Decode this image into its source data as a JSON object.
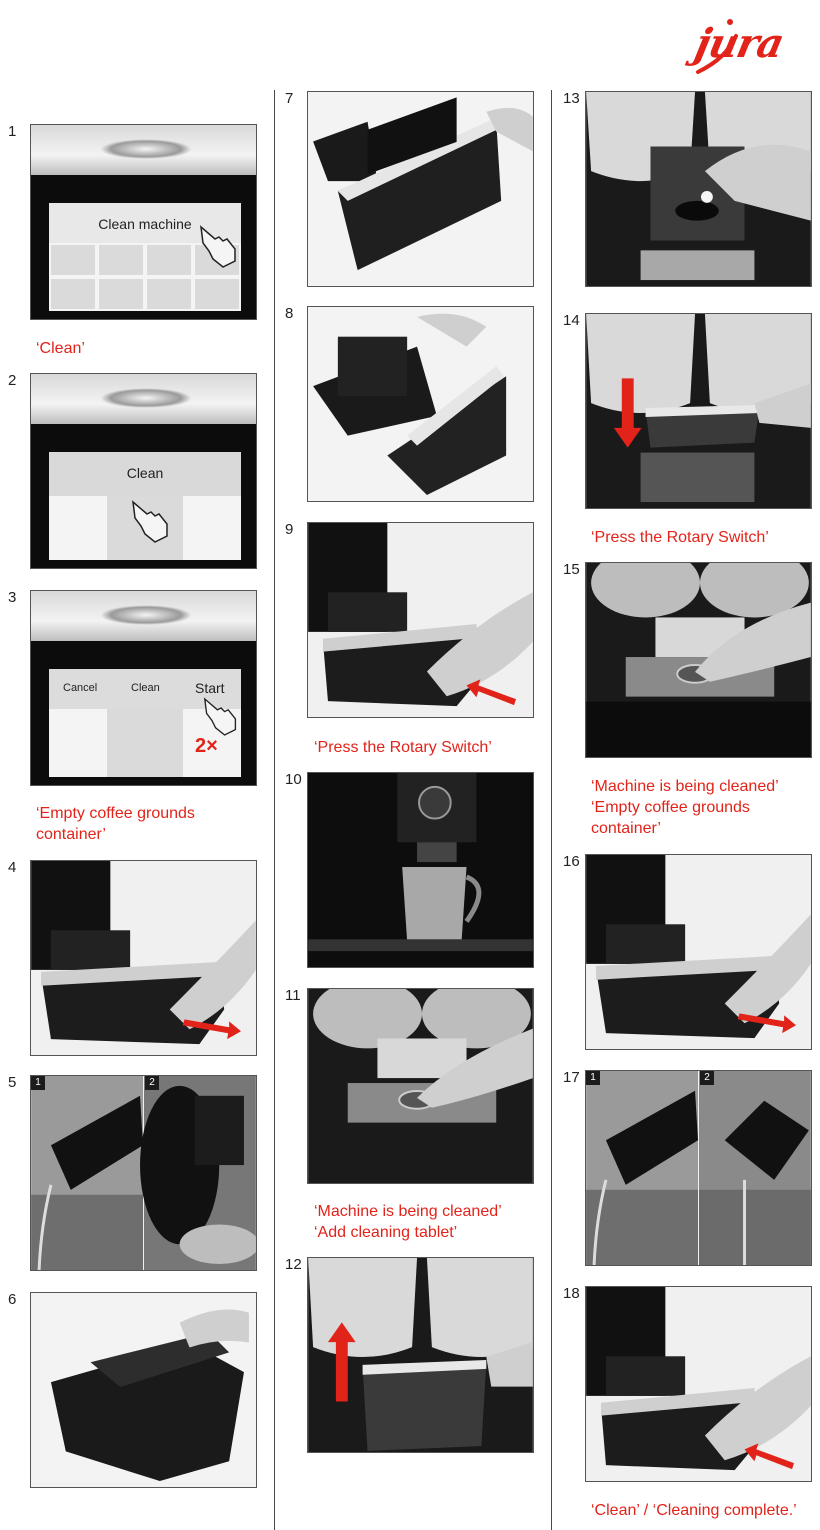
{
  "brand": {
    "logo_text": "jura",
    "color": "#e2231a"
  },
  "steps": {
    "s1": {
      "num": "1",
      "screen_title": "Clean machine"
    },
    "s1_caption": "‘Clean’",
    "s2": {
      "num": "2",
      "screen_title": "Clean"
    },
    "s3": {
      "num": "3",
      "cancel": "Cancel",
      "clean": "Clean",
      "start": "Start",
      "times": "2×"
    },
    "s3_caption_line1": "‘Empty coffee grounds",
    "s3_caption_line2": "container’",
    "s4": {
      "num": "4"
    },
    "s5": {
      "num": "5",
      "sub1": "1",
      "sub2": "2"
    },
    "s6": {
      "num": "6"
    },
    "s7": {
      "num": "7"
    },
    "s8": {
      "num": "8"
    },
    "s9": {
      "num": "9"
    },
    "s9_caption": "‘Press the Rotary Switch’",
    "s10": {
      "num": "10"
    },
    "s11": {
      "num": "11"
    },
    "s11_caption_line1": "‘Machine is being cleaned’",
    "s11_caption_line2": "‘Add cleaning tablet’",
    "s12": {
      "num": "12"
    },
    "s13": {
      "num": "13"
    },
    "s14": {
      "num": "14"
    },
    "s14_caption": "‘Press the Rotary Switch’",
    "s15": {
      "num": "15"
    },
    "s15_caption_line1": "‘Machine is being cleaned’",
    "s15_caption_line2": "‘Empty coffee grounds",
    "s15_caption_line3": "container’",
    "s16": {
      "num": "16"
    },
    "s17": {
      "num": "17",
      "sub1": "1",
      "sub2": "2"
    },
    "s18": {
      "num": "18"
    },
    "s18_caption": "‘Clean’ / ‘Cleaning complete.’"
  },
  "icons": [
    "jura-logo",
    "hand-pointer-icon",
    "red-arrow-icon"
  ]
}
